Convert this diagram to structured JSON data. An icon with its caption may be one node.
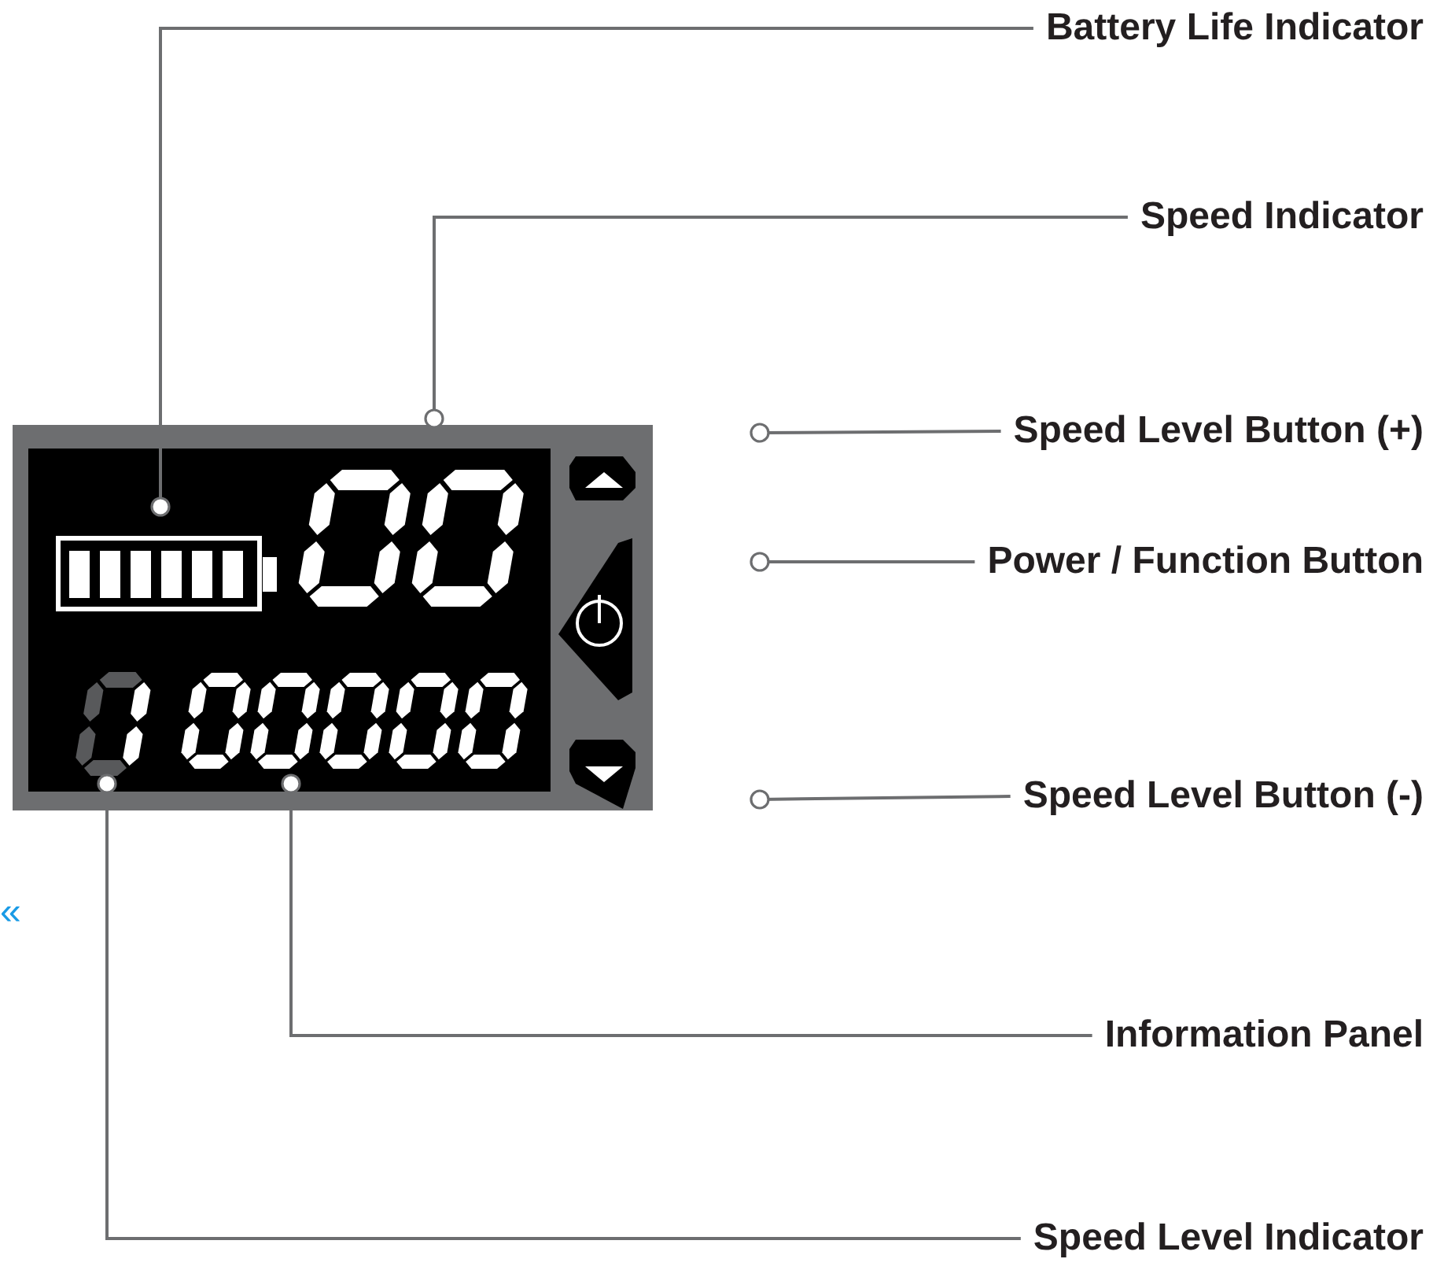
{
  "diagram": {
    "nodes": [
      {
        "text": [
          "Battery Life Indicator"
        ]
      },
      {
        "text": [
          "Speed Indicator"
        ]
      },
      {
        "text": [
          "Speed Level Button (+)"
        ]
      },
      {
        "text": [
          "Power / Function Button"
        ]
      },
      {
        "text": [
          "Speed Level Button (-)"
        ]
      },
      {
        "text": [
          "Information Panel"
        ]
      },
      {
        "text": [
          "Speed Level Indicator"
        ]
      },
      {
        "text": [],
        "shape": "picture"
      }
    ],
    "edges": [
      {
        "from": 0,
        "to": 7,
        "arrow": "other"
      },
      {
        "from": 1,
        "to": 7,
        "arrow": "other"
      },
      {
        "from": 2,
        "to": null,
        "arrow": "other"
      },
      {
        "from": 3,
        "to": null,
        "arrow": "other"
      },
      {
        "from": 4,
        "to": null,
        "arrow": "other"
      },
      {
        "from": 5,
        "to": 7,
        "arrow": "other"
      },
      {
        "from": 6,
        "to": 7,
        "arrow": "other"
      }
    ],
    "labels": [
      "«"
    ]
  }
}
